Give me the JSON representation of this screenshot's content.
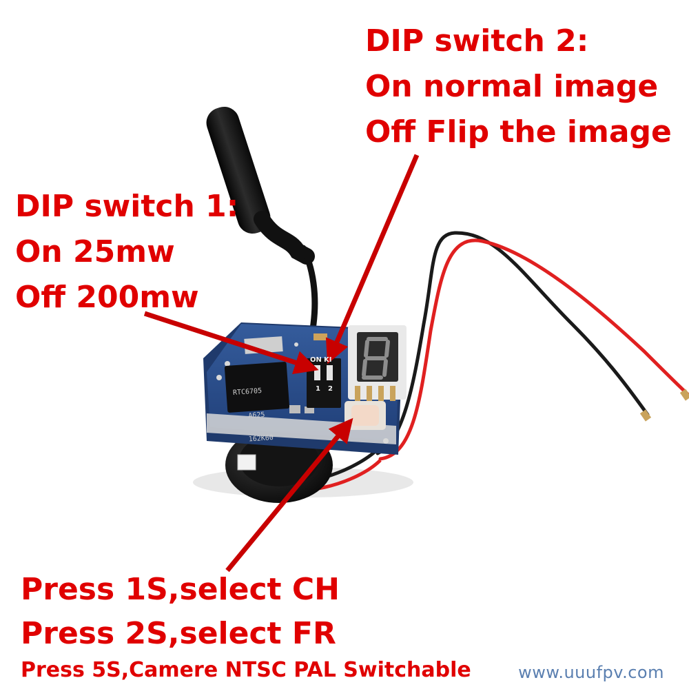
{
  "labels": {
    "dip2_title": "DIP switch 2:",
    "dip2_on": "On normal image",
    "dip2_off": "Off Flip the image",
    "dip1_title": "DIP switch 1:",
    "dip1_on": "On 25mw",
    "dip1_off": "Off 200mw",
    "press_1s": "Press 1S,select CH",
    "press_2s": "Press 2S,select FR",
    "press_5s": "Press 5S,Camere NTSC PAL Switchable"
  },
  "watermark": "www.uuufpv.com",
  "board": {
    "chip_lines": [
      "RTC6705",
      "A625",
      "162K60"
    ],
    "switch_on_label": "ON",
    "switch_k_label": "KI",
    "switch_numbers": [
      "1",
      "2"
    ]
  },
  "colors": {
    "label_red": "#e00000",
    "pcb_blue": "#2a4f8f",
    "wire_red": "#e02020",
    "wire_black": "#1a1a1a",
    "watermark": "#5a7fb0"
  }
}
